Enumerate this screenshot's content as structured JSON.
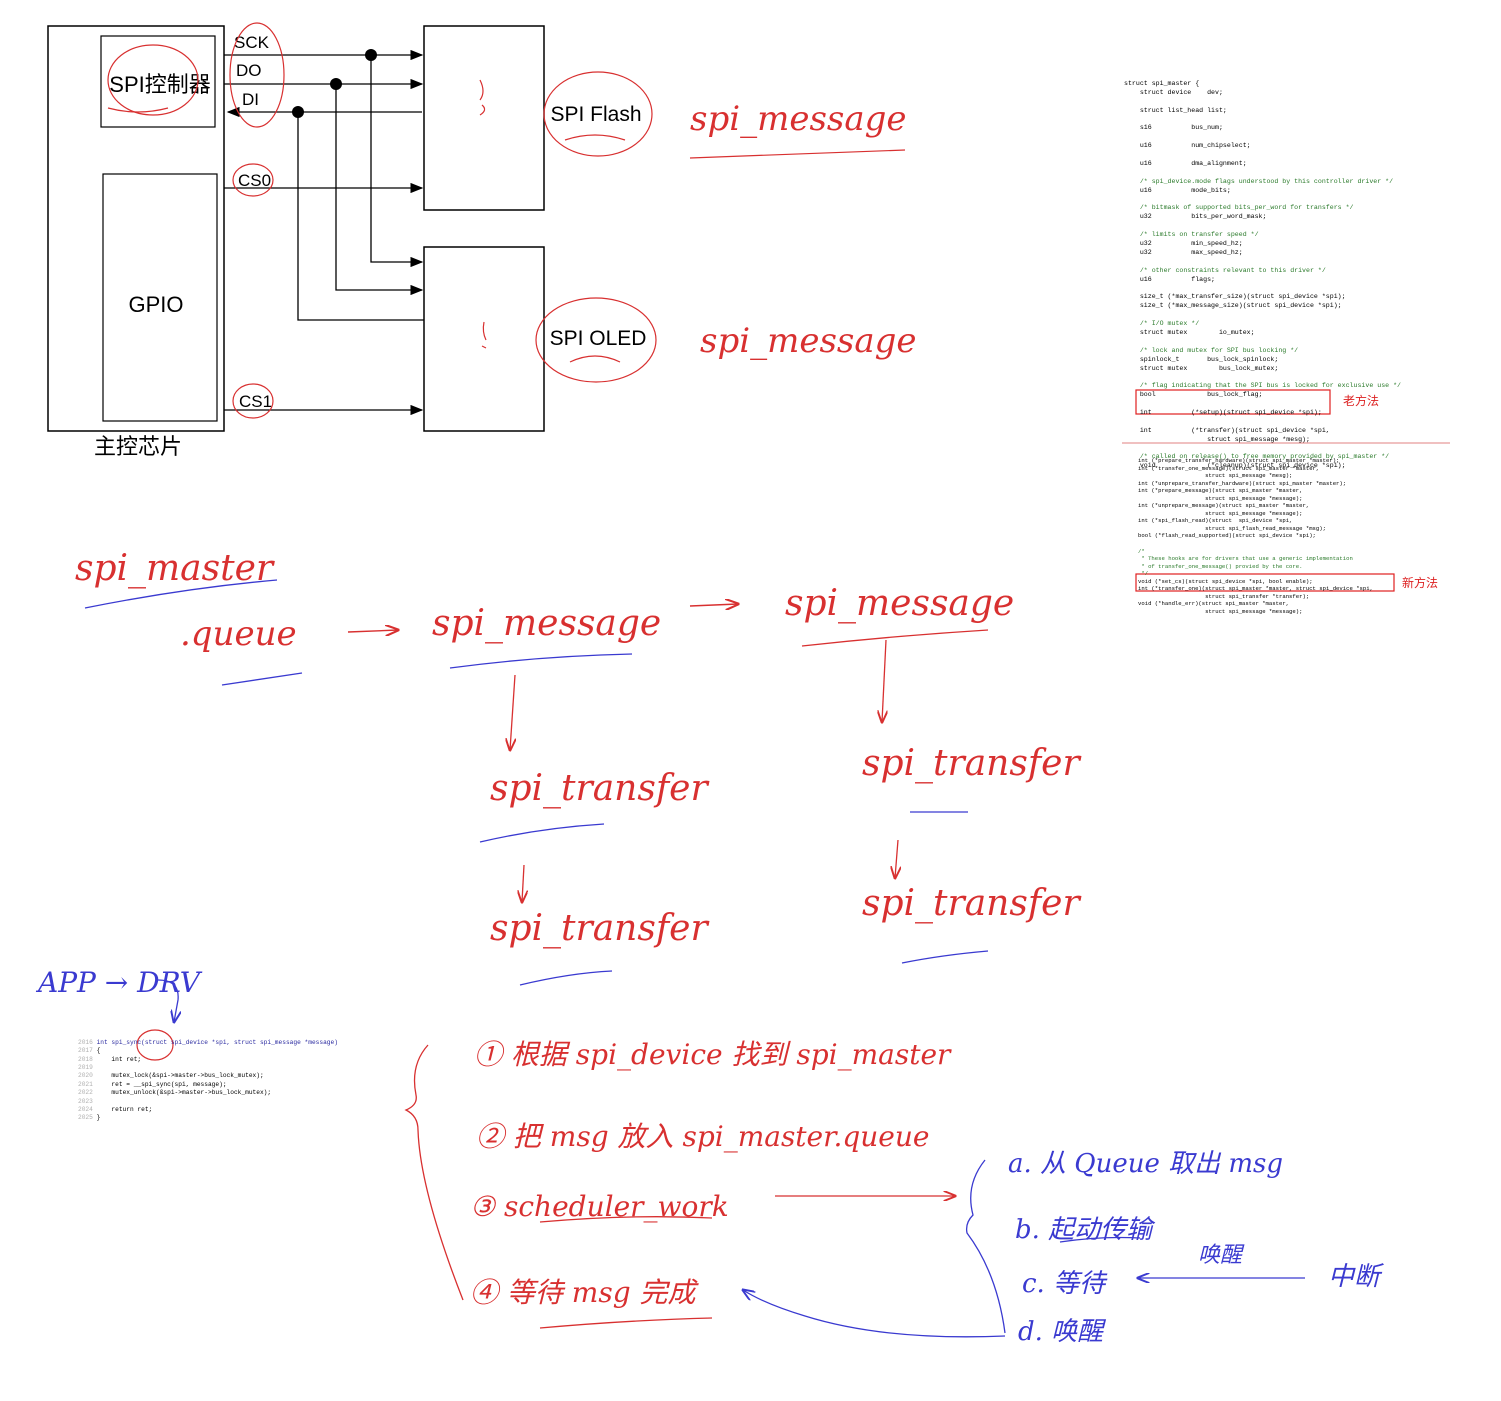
{
  "diagram": {
    "chip_label": "主控芯片",
    "controller_label": "SPI控制器",
    "gpio_label": "GPIO",
    "pins": {
      "sck": "SCK",
      "do": "DO",
      "di": "DI",
      "cs0": "CS0",
      "cs1": "CS1"
    },
    "flash_label": "SPI Flash",
    "oled_label": "SPI OLED",
    "flash_note": "spi_message",
    "oled_note": "spi_message"
  },
  "struct_code": {
    "lines": [
      "struct spi_master {",
      "    struct device    dev;",
      "",
      "    struct list_head list;",
      "",
      "    s16          bus_num;",
      "",
      "    u16          num_chipselect;",
      "",
      "    u16          dma_alignment;",
      "",
      "    /* spi_device.mode flags understood by this controller driver */",
      "    u16          mode_bits;",
      "",
      "    /* bitmask of supported bits_per_word for transfers */",
      "    u32          bits_per_word_mask;",
      "",
      "    /* limits on transfer speed */",
      "    u32          min_speed_hz;",
      "    u32          max_speed_hz;",
      "",
      "    /* other constraints relevant to this driver */",
      "    u16          flags;",
      "",
      "    size_t (*max_transfer_size)(struct spi_device *spi);",
      "    size_t (*max_message_size)(struct spi_device *spi);",
      "",
      "    /* I/O mutex */",
      "    struct mutex        io_mutex;",
      "",
      "    /* lock and mutex for SPI bus locking */",
      "    spinlock_t       bus_lock_spinlock;",
      "    struct mutex        bus_lock_mutex;",
      "",
      "    /* flag indicating that the SPI bus is locked for exclusive use */",
      "    bool             bus_lock_flag;",
      "",
      "    int          (*setup)(struct spi_device *spi);",
      "",
      "    int          (*transfer)(struct spi_device *spi,",
      "                     struct spi_message *mesg);",
      "",
      "    /* called on release() to free memory provided by spi_master */",
      "    void             (*cleanup)(struct spi_device *spi);"
    ],
    "old_method_tag": "老方法"
  },
  "hooks_code": {
    "lines": [
      "int (*prepare_transfer_hardware)(struct spi_master *master);",
      "int (*transfer_one_message)(struct spi_master *master,",
      "                    struct spi_message *mesg);",
      "int (*unprepare_transfer_hardware)(struct spi_master *master);",
      "int (*prepare_message)(struct spi_master *master,",
      "                    struct spi_message *message);",
      "int (*unprepare_message)(struct spi_master *master,",
      "                    struct spi_message *message);",
      "int (*spi_flash_read)(struct  spi_device *spi,",
      "                    struct spi_flash_read_message *msg);",
      "bool (*flash_read_supported)(struct spi_device *spi);",
      "",
      "/*",
      " * These hooks are for drivers that use a generic implementation",
      " * of transfer_one_message() provied by the core.",
      " */",
      "void (*set_cs)(struct spi_device *spi, bool enable);",
      "int (*transfer_one)(struct spi_master *master, struct spi_device *spi,",
      "                    struct spi_transfer *transfer);",
      "void (*handle_err)(struct spi_master *master,",
      "                    struct spi_message *message);"
    ],
    "new_method_tag": "新方法"
  },
  "queue_sketch": {
    "master": "spi_master",
    "queue": ".queue",
    "msg1": "spi_message",
    "msg2": "spi_message",
    "t1a": "spi_transfer",
    "t1b": "spi_transfer",
    "t2a": "spi_transfer",
    "t2b": "spi_transfer"
  },
  "sync_code": {
    "line_numbers": [
      "2016",
      "2017",
      "2018",
      "2019",
      "2020",
      "2021",
      "2022",
      "2023",
      "2024",
      "2025"
    ],
    "header": "int spi_sync(struct spi_device *spi, struct spi_message *message)",
    "body": [
      "{",
      "    int ret;",
      "",
      "    mutex_lock(&spi->master->bus_lock_mutex);",
      "    ret = __spi_sync(spi, message);",
      "    mutex_unlock(&spi->master->bus_lock_mutex);",
      "",
      "    return ret;",
      "}"
    ]
  },
  "flow": {
    "app_drv": "APP → DRV",
    "step1": "① 根据 spi_device 找到 spi_master",
    "step2": "② 把 msg 放入 spi_master.queue",
    "step3": "③ scheduler_work",
    "step4": "④ 等待 msg 完成",
    "sub_a": "a. 从 Queue 取出 msg",
    "sub_b": "b. 起动传输",
    "sub_c": "c. 等待",
    "sub_d": "d. 唤醒",
    "wake": "唤醒",
    "interrupt": "中断"
  }
}
